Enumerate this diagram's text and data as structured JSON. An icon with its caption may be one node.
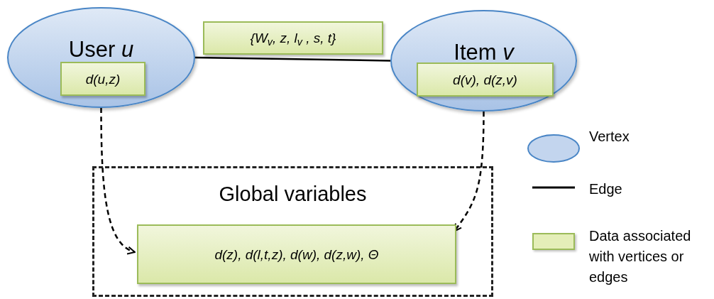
{
  "diagram": {
    "nodes": [
      {
        "text": [
          "User *u*"
        ]
      },
      {
        "text": [
          "d(u,z)"
        ],
        "in": 0
      },
      {
        "text": [
          "{W$_{v}$, z, l$_{v}$ , s, t}"
        ]
      },
      {
        "text": [
          "Item *v*"
        ]
      },
      {
        "text": [
          "d(v), d(z,v)"
        ],
        "in": 3
      },
      {
        "text": [
          "Global variables"
        ]
      },
      {
        "text": [
          "d(z), d(l,t,z), d(w), d(z,w), Θ"
        ],
        "in": 5
      }
    ],
    "edges": [
      {
        "from": 0,
        "to": 3,
        "arrow": "none"
      },
      {
        "from": 0,
        "to": 6,
        "arrow": "to",
        "style": "dashed"
      },
      {
        "from": 3,
        "to": 6,
        "arrow": "to",
        "style": "dashed"
      }
    ],
    "legend": [
      {
        "text": "Vertex"
      },
      {
        "text": "Edge"
      },
      {
        "text": "Data associated with vertices or edges",
        "color": "#e4eeb8"
      }
    ]
  }
}
